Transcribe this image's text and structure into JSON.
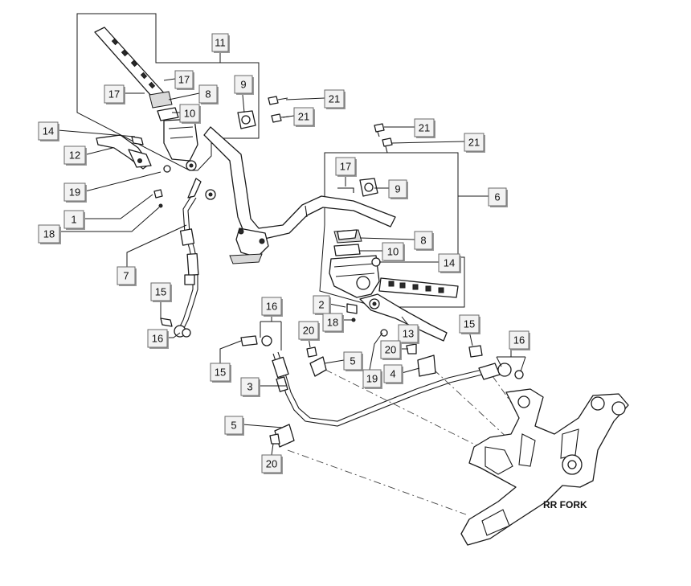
{
  "callouts": {
    "c11": "11",
    "c17a": "17",
    "c17b": "17",
    "c8a": "8",
    "c9a": "9",
    "c10a": "10",
    "c21a": "21",
    "c21b": "21",
    "c21c": "21",
    "c21d": "21",
    "c14a": "14",
    "c12": "12",
    "c19a": "19",
    "c1": "1",
    "c18a": "18",
    "c7": "7",
    "c15a": "15",
    "c16a": "16",
    "c17c": "17",
    "c9b": "9",
    "c6": "6",
    "c8b": "8",
    "c10b": "10",
    "c14b": "14",
    "c2": "2",
    "c18b": "18",
    "c16b": "16",
    "c20a": "20",
    "c5a": "5",
    "c13": "13",
    "c20b": "20",
    "c15b": "15",
    "c16c": "16",
    "c15c": "15",
    "c4": "4",
    "c19b": "19",
    "c3": "3",
    "c5b": "5",
    "c20c": "20"
  },
  "labels": {
    "fork": "RR FORK"
  }
}
